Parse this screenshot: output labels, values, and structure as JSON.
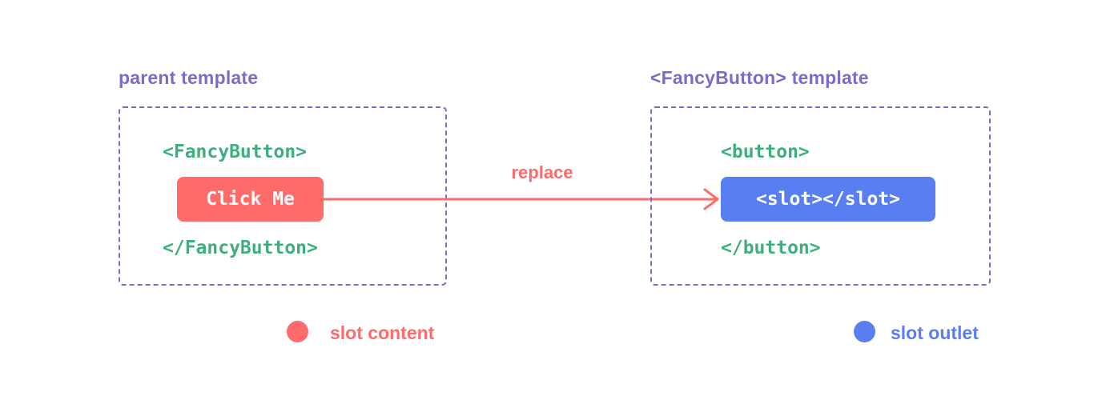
{
  "colors": {
    "background": "#ffffff",
    "purple": "#7c6bca",
    "green": "#3eaf7c",
    "red": "#ff6b6b",
    "blue": "#597ef2"
  },
  "left_panel": {
    "title": "parent template",
    "open_tag": "<FancyButton>",
    "slot_content_text": "Click Me",
    "close_tag": "</FancyButton>"
  },
  "arrow": {
    "label": "replace"
  },
  "right_panel": {
    "title": "<FancyButton> template",
    "open_tag": "<button>",
    "slot_outlet_text": "<slot></slot>",
    "close_tag": "</button>"
  },
  "legend": [
    {
      "label": "slot content",
      "color": "#ff6b6b"
    },
    {
      "label": "slot outlet",
      "color": "#597ef2"
    }
  ]
}
